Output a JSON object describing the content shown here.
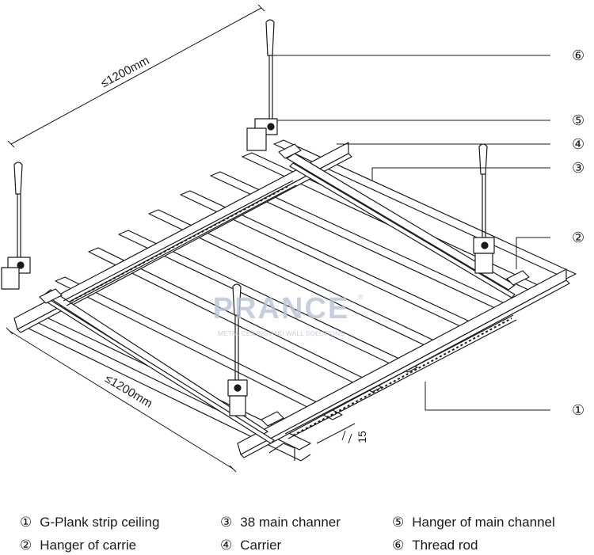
{
  "dimensions": {
    "top": "≤1200mm",
    "bottom": "≤1200mm",
    "gap": "15"
  },
  "watermark": {
    "brand": "PRANCE",
    "registered": "®",
    "tagline": "METAL CEILING AND WALL SOLUTIONS"
  },
  "callouts": [
    {
      "num": "⑥"
    },
    {
      "num": "⑤"
    },
    {
      "num": "④"
    },
    {
      "num": "③"
    },
    {
      "num": "②"
    },
    {
      "num": "①"
    }
  ],
  "legend": [
    {
      "num": "①",
      "label": "G-Plank strip ceiling"
    },
    {
      "num": "③",
      "label": "38 main channer"
    },
    {
      "num": "⑤",
      "label": "Hanger of main channel"
    },
    {
      "num": "②",
      "label": "Hanger of  carrie"
    },
    {
      "num": "④",
      "label": "Carrier"
    },
    {
      "num": "⑥",
      "label": "Thread rod"
    }
  ],
  "colors": {
    "line": "#1a1a1a",
    "watermark": "#b8c4d8"
  }
}
